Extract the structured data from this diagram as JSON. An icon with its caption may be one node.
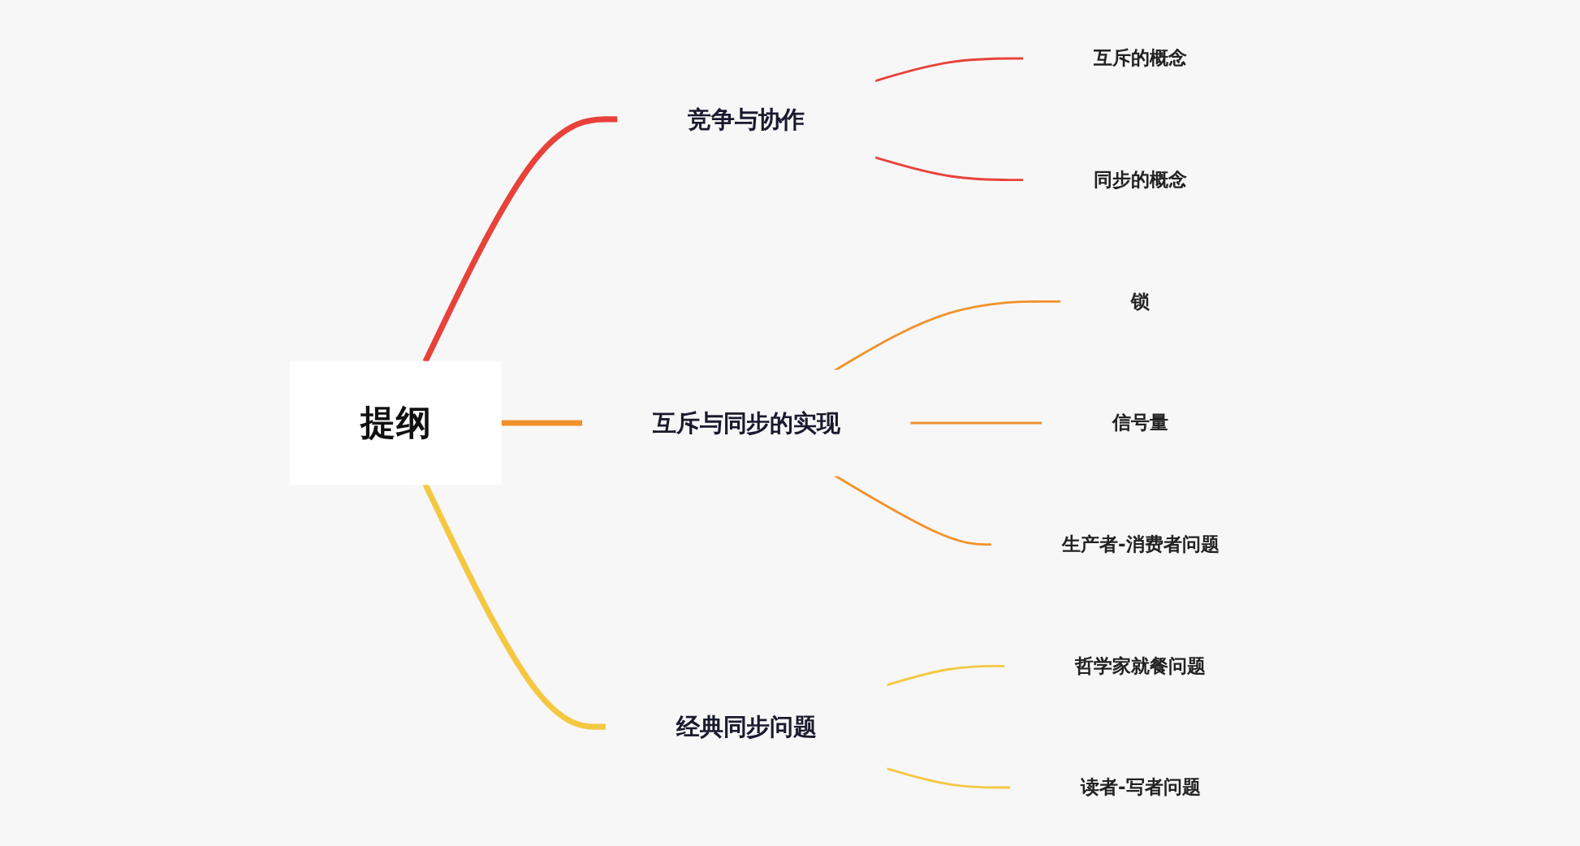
{
  "diagram": {
    "nodes": [
      {
        "text": [
          "提纲"
        ]
      },
      {
        "text": [
          "竞争与协作"
        ]
      },
      {
        "text": [
          "互斥的概念"
        ]
      },
      {
        "text": [
          "同步的概念"
        ]
      },
      {
        "text": [
          "互斥与同步的实现"
        ]
      },
      {
        "text": [
          "锁"
        ]
      },
      {
        "text": [
          "信号量"
        ]
      },
      {
        "text": [
          "生产者-消费者问题"
        ]
      },
      {
        "text": [
          "经典同步问题"
        ]
      },
      {
        "text": [
          "哲学家就餐问题"
        ]
      },
      {
        "text": [
          "读者-写者问题"
        ]
      }
    ],
    "edges": [
      {
        "from": 0,
        "to": 1,
        "arrow": "none",
        "style": "thick",
        "color": "#e8423a"
      },
      {
        "from": 1,
        "to": 2,
        "arrow": "none",
        "color": "#e8423a"
      },
      {
        "from": 1,
        "to": 3,
        "arrow": "none",
        "color": "#e8423a"
      },
      {
        "from": 0,
        "to": 4,
        "arrow": "none",
        "style": "thick",
        "color": "#f0922b"
      },
      {
        "from": 4,
        "to": 5,
        "arrow": "none",
        "color": "#f0922b"
      },
      {
        "from": 4,
        "to": 6,
        "arrow": "none",
        "color": "#f0922b"
      },
      {
        "from": 4,
        "to": 7,
        "arrow": "none",
        "color": "#f0922b"
      },
      {
        "from": 0,
        "to": 8,
        "arrow": "none",
        "style": "thick",
        "color": "#f5c842"
      },
      {
        "from": 8,
        "to": 9,
        "arrow": "none",
        "color": "#f5c842"
      },
      {
        "from": 8,
        "to": 10,
        "arrow": "none",
        "color": "#f5c842"
      }
    ]
  }
}
